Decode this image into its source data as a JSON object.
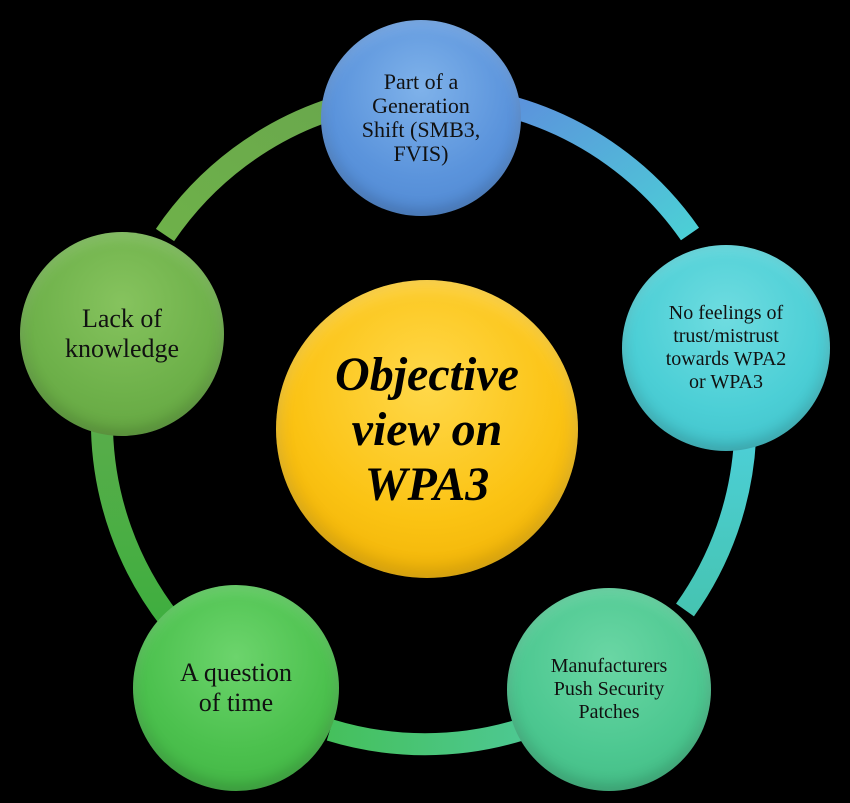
{
  "diagram": {
    "center": {
      "label": "Objective\nview on\nWPA3"
    },
    "nodes": [
      {
        "id": "top",
        "label": "Part of a\nGeneration\nShift (SMB3,\nFVIS)"
      },
      {
        "id": "right",
        "label": "No feelings of\ntrust/mistrust\ntowards WPA2\nor WPA3"
      },
      {
        "id": "bottom-right",
        "label": "Manufacturers\nPush Security\nPatches"
      },
      {
        "id": "bottom-left",
        "label": "A question\nof time"
      },
      {
        "id": "left",
        "label": "Lack of\nknowledge"
      }
    ],
    "colors": {
      "background": "#000000",
      "center": "#fbc313",
      "top": "#5b94dc",
      "right": "#4ccfd6",
      "bottom_right": "#4dc891",
      "bottom_left": "#4cc14e",
      "left": "#6eb14a"
    }
  }
}
